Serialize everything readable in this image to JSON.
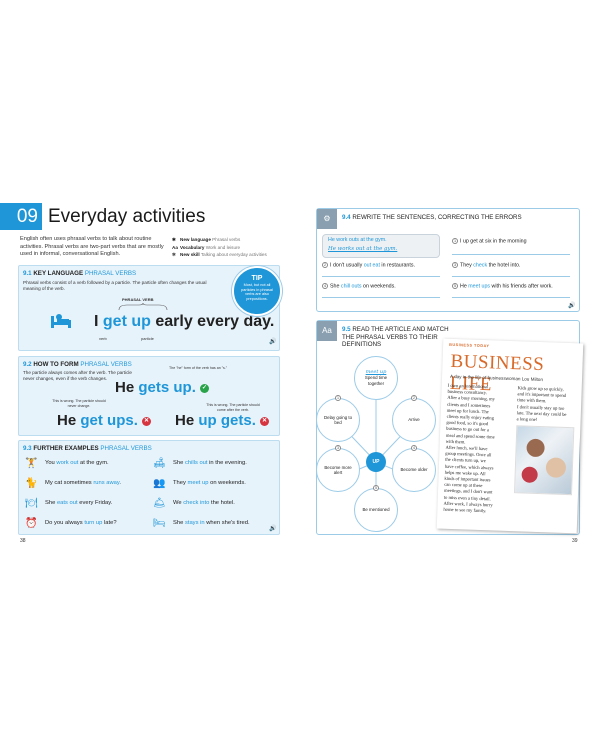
{
  "left": {
    "chapter_number": "09",
    "chapter_title": "Everyday activities",
    "intro": "English often uses phrasal verbs to talk about routine activities. Phrasal verbs are two-part verbs that are mostly used in informal, conversational English.",
    "legend": [
      {
        "icon": "new-language-icon",
        "label": "New language",
        "value": "Phrasal verbs"
      },
      {
        "icon": "vocabulary-icon",
        "label": "Vocabulary",
        "value": "Work and leisure"
      },
      {
        "icon": "new-skill-icon",
        "label": "New skill",
        "value": "Talking about everyday activities"
      }
    ],
    "box1": {
      "number": "9.1",
      "title": "KEY LANGUAGE",
      "title_light": "PHRASAL VERBS",
      "text": "Phrasal verbs consist of a verb followed by a particle. The particle often changes the usual meaning of the verb.",
      "brace_label": "PHRASAL VERB",
      "sentence_start": "I",
      "verb": "get",
      "particle": "up",
      "sentence_end": "early every day.",
      "label_verb": "verb",
      "label_particle": "particle"
    },
    "tip": {
      "title": "TIP",
      "text": "Most, but not all particles in phrasal verbs are also prepositions."
    },
    "box2": {
      "number": "9.2",
      "title": "HOW TO FORM",
      "title_light": "PHRASAL VERBS",
      "text": "The particle always comes after the verb. The particle never changes, even if the verb changes.",
      "note_top": "The \"he\" form of the verb has an \"s.\"",
      "main_subject": "He",
      "main_verb": "gets",
      "main_particle": "up.",
      "wrong1_note": "This is wrong. The particle should never change.",
      "wrong1_subject": "He",
      "wrong1_verb": "get",
      "wrong1_particle": "ups.",
      "wrong2_note": "This is wrong. The particle should come after the verb.",
      "wrong2_subject": "He",
      "wrong2_verb": "up",
      "wrong2_particle": "gets."
    },
    "box3": {
      "number": "9.3",
      "title": "FURTHER EXAMPLES",
      "title_light": "PHRASAL VERBS",
      "examples": [
        {
          "pre": "You",
          "verb": "work out",
          "post": "at the gym."
        },
        {
          "pre": "She",
          "verb": "chills out",
          "post": "in the evening."
        },
        {
          "pre": "My cat sometimes",
          "verb": "runs away",
          "post": "."
        },
        {
          "pre": "They",
          "verb": "meet up",
          "post": "on weekends."
        },
        {
          "pre": "She",
          "verb": "eats out",
          "post": "every Friday."
        },
        {
          "pre": "We",
          "verb": "check into",
          "post": "the hotel."
        },
        {
          "pre": "Do you always",
          "verb": "turn up",
          "post": "late?"
        },
        {
          "pre": "She",
          "verb": "stays in",
          "post": "when she's tired."
        }
      ]
    },
    "page_number": "38"
  },
  "right": {
    "ex94": {
      "number": "9.4",
      "title": "REWRITE THE SENTENCES, CORRECTING THE ERRORS",
      "sample_pre": "He",
      "sample_verb": "work outs",
      "sample_post": "at the gym.",
      "sample_answer": "He works out at the gym.",
      "items": [
        {
          "n": "1",
          "pre": "I up get at six in the morning",
          "verb": "",
          "post": ""
        },
        {
          "n": "2",
          "pre": "I don't usually",
          "verb": "out eat",
          "post": "in restaurants."
        },
        {
          "n": "3",
          "pre": "They",
          "verb": "check",
          "post": "the hotel into."
        },
        {
          "n": "4",
          "pre": "She",
          "verb": "chill outs",
          "post": "on weekends."
        },
        {
          "n": "5",
          "pre": "He",
          "verb": "meet ups",
          "post": "with his friends after work."
        }
      ]
    },
    "ex95": {
      "number": "9.5",
      "title": "READ THE ARTICLE AND MATCH THE PHRASAL VERBS TO THEIR DEFINITIONS",
      "sample_answer": "meet up",
      "sample_definition": "Spend time together",
      "hub": "UP",
      "nodes": [
        {
          "n": "1",
          "text": "Delay going to bed"
        },
        {
          "n": "2",
          "text": "Arrive"
        },
        {
          "n": "3",
          "text": "Become more alert"
        },
        {
          "n": "4",
          "text": "Become older"
        },
        {
          "n": "5",
          "text": "Be mentioned"
        }
      ]
    },
    "article": {
      "tag": "BUSINESS TODAY",
      "title": "BUSINESS LIFE",
      "subtitle": "A day in the life of businesswoman Lou Milton",
      "col1": [
        "I own an international",
        "business consultancy.",
        "After a busy morning, my",
        "clients and I sometimes",
        "meet up for lunch. The",
        "clients really enjoy eating",
        "good food, so it's good",
        "business to go out for a",
        "meal and spend some time",
        "with them.",
        "After lunch, we'll have",
        "group meetings. Once all",
        "the clients turn up, we",
        "have coffee, which always",
        "helps me wake up. All",
        "kinds of important issues",
        "can come up at these",
        "meetings, and I don't want",
        "to miss even a tiny detail.",
        "After work, I always hurry",
        "home to see my family."
      ],
      "col2": [
        "Kids grow up so quickly,",
        "and it's important to spend",
        "time with them.",
        "I don't usually stay up too",
        "late. The next day could be",
        "a long one!"
      ]
    },
    "page_number": "39"
  }
}
